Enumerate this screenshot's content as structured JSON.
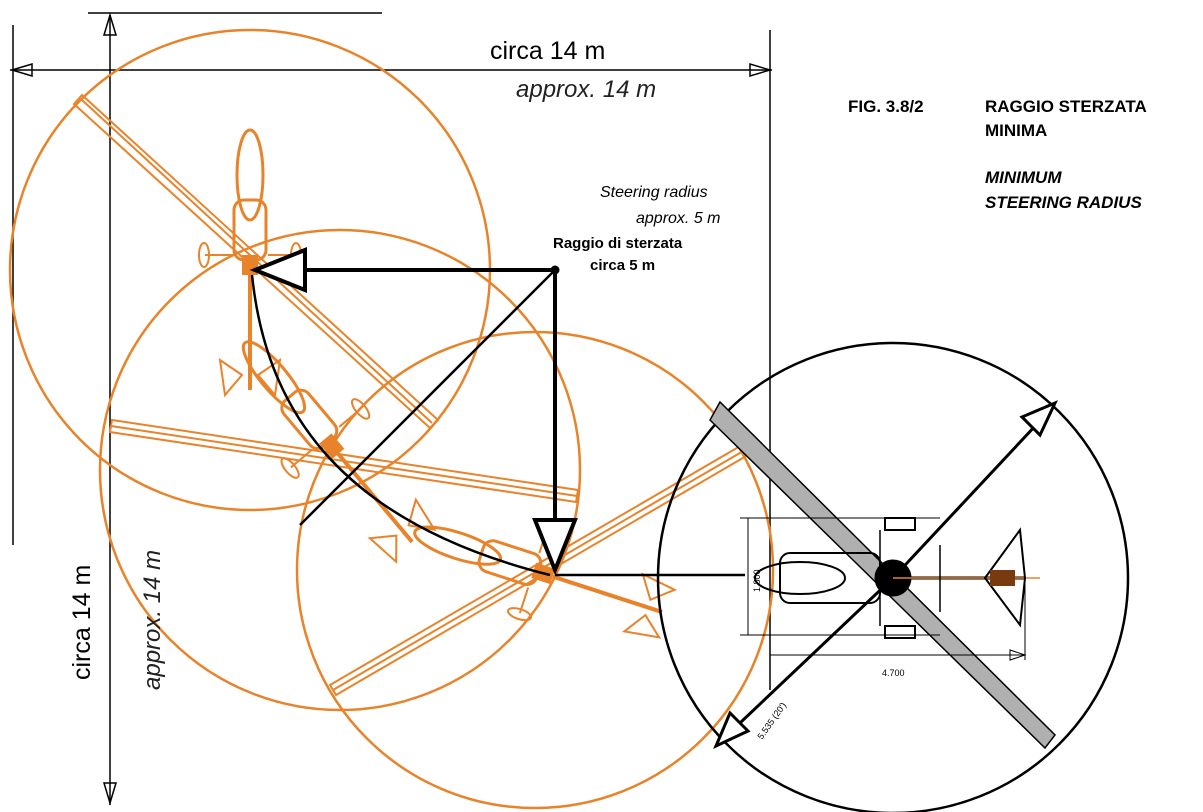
{
  "dimensions": {
    "width_label_it": "circa 14 m",
    "width_label_en": "approx. 14 m",
    "height_label_it": "circa 14 m",
    "height_label_en": "approx. 14 m"
  },
  "steering": {
    "label_en_1": "Steering radius",
    "label_en_2": "approx. 5 m",
    "label_it_1": "Raggio di sterzata",
    "label_it_2": "circa 5 m"
  },
  "caption": {
    "fig_number": "FIG. 3.8/2",
    "title_it_1": "RAGGIO STERZATA",
    "title_it_2": "MINIMA",
    "title_en_1": "MINIMUM",
    "title_en_2": "STEERING RADIUS"
  },
  "helicopter_dims": {
    "width": "1.800",
    "length": "4.700",
    "rotor_radius": "5.535 (20')"
  },
  "colors": {
    "orange": "#e8832a",
    "black": "#000000",
    "rotor_gray": "#b0b0b0"
  }
}
